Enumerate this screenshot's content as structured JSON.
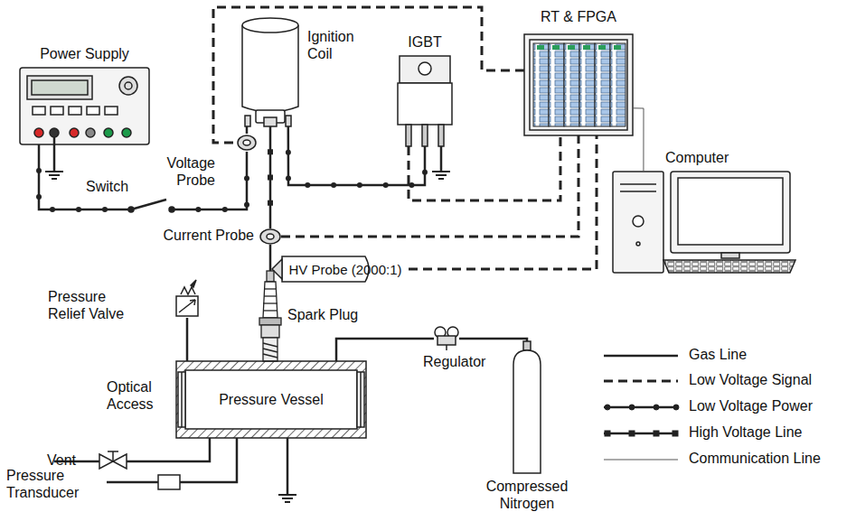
{
  "diagram": {
    "nodes": [
      {
        "text": [
          "Power Supply"
        ]
      },
      {
        "text": [
          "Ignition Coil"
        ]
      },
      {
        "text": [
          "IGBT"
        ]
      },
      {
        "text": [
          "RT & FPGA"
        ]
      },
      {
        "text": [
          "Computer"
        ]
      },
      {
        "text": [
          "Voltage Probe"
        ]
      },
      {
        "text": [
          "Switch"
        ]
      },
      {
        "text": [
          "Current Probe"
        ]
      },
      {
        "text": [
          "HV Probe (2000:1)"
        ]
      },
      {
        "text": [
          "Spark Plug"
        ]
      },
      {
        "text": [
          "Pressure Relief Valve"
        ]
      },
      {
        "text": [
          "Pressure Vessel"
        ]
      },
      {
        "text": [
          "Regulator"
        ]
      },
      {
        "text": [
          "Compressed Nitrogen"
        ]
      },
      {
        "text": [
          "Vent"
        ]
      },
      {
        "text": [
          "Pressure Transducer"
        ]
      }
    ],
    "edges": [
      {
        "from": 0,
        "to": 6,
        "arrow": "none"
      },
      {
        "from": 6,
        "to": 5,
        "arrow": "none"
      },
      {
        "from": 5,
        "to": 1,
        "arrow": "none"
      },
      {
        "from": 1,
        "to": 7,
        "arrow": "none"
      },
      {
        "from": 7,
        "to": 9,
        "arrow": "none"
      },
      {
        "from": 1,
        "to": 2,
        "arrow": "none"
      },
      {
        "from": 2,
        "to": 3,
        "arrow": "none"
      },
      {
        "from": 7,
        "to": 3,
        "arrow": "none"
      },
      {
        "from": 8,
        "to": 3,
        "arrow": "none"
      },
      {
        "from": 3,
        "to": 5,
        "arrow": "none"
      },
      {
        "from": 3,
        "to": 4,
        "arrow": "none"
      },
      {
        "from": 10,
        "to": 11,
        "arrow": "none"
      },
      {
        "from": 12,
        "to": 11,
        "arrow": "none"
      },
      {
        "from": 13,
        "to": 12,
        "arrow": "none"
      },
      {
        "from": 14,
        "to": 11,
        "arrow": "none"
      },
      {
        "from": 15,
        "to": 11,
        "arrow": "none"
      }
    ],
    "labels": [
      "Optical Access"
    ],
    "legend": [
      {
        "text": "Gas Line"
      },
      {
        "text": "Low Voltage Signal"
      },
      {
        "text": "Low Voltage Power"
      },
      {
        "text": "High Voltage Line"
      },
      {
        "text": "Communication Line"
      }
    ]
  }
}
